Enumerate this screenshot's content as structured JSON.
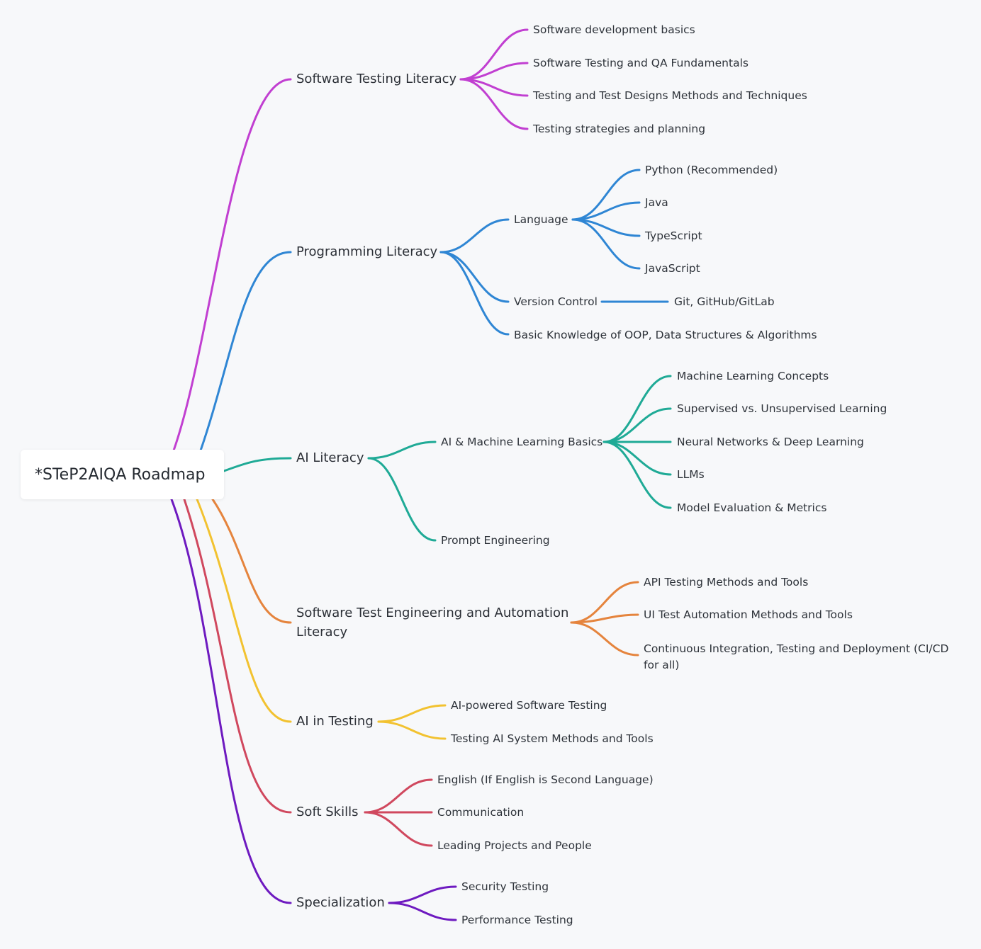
{
  "root": {
    "label": "*STeP2AIQA Roadmap"
  },
  "branches": [
    {
      "id": "stl",
      "label": "Software Testing Literacy",
      "color": "#c13fd1",
      "children": [
        {
          "label": "Software development basics"
        },
        {
          "label": "Software Testing and QA Fundamentals"
        },
        {
          "label": "Testing and Test Designs Methods and Techniques"
        },
        {
          "label": "Testing strategies and planning"
        }
      ]
    },
    {
      "id": "pl",
      "label": "Programming Literacy",
      "color": "#2f86d4",
      "children": [
        {
          "label": "Language",
          "children": [
            {
              "label": "Python (Recommended)"
            },
            {
              "label": "Java"
            },
            {
              "label": "TypeScript"
            },
            {
              "label": "JavaScript"
            }
          ]
        },
        {
          "label": "Version Control",
          "children": [
            {
              "label": "Git, GitHub/GitLab"
            }
          ]
        },
        {
          "label": "Basic Knowledge of OOP, Data Structures & Algorithms"
        }
      ]
    },
    {
      "id": "ail",
      "label": "AI Literacy",
      "color": "#1faa96",
      "children": [
        {
          "label": "AI & Machine Learning Basics",
          "children": [
            {
              "label": "Machine Learning Concepts"
            },
            {
              "label": "Supervised vs. Unsupervised Learning"
            },
            {
              "label": "Neural Networks & Deep Learning"
            },
            {
              "label": "LLMs"
            },
            {
              "label": "Model Evaluation & Metrics"
            }
          ]
        },
        {
          "label": "Prompt Engineering"
        }
      ]
    },
    {
      "id": "stea",
      "label": "Software Test Engineering and Automation Literacy",
      "color": "#e5843d",
      "children": [
        {
          "label": "API Testing Methods and Tools"
        },
        {
          "label": "UI Test Automation Methods and Tools"
        },
        {
          "label": "Continuous Integration, Testing and Deployment (CI/CD for all)"
        }
      ]
    },
    {
      "id": "ait",
      "label": "AI in Testing",
      "color": "#f2c230",
      "children": [
        {
          "label": "AI-powered Software Testing"
        },
        {
          "label": "Testing AI System Methods and Tools"
        }
      ]
    },
    {
      "id": "ss",
      "label": "Soft Skills",
      "color": "#d0485e",
      "children": [
        {
          "label": "English (If English is Second Language)"
        },
        {
          "label": "Communication"
        },
        {
          "label": "Leading Projects and People"
        }
      ]
    },
    {
      "id": "sp",
      "label": "Specialization",
      "color": "#6e1ac0",
      "children": [
        {
          "label": "Security Testing"
        },
        {
          "label": "Performance Testing"
        }
      ]
    }
  ]
}
